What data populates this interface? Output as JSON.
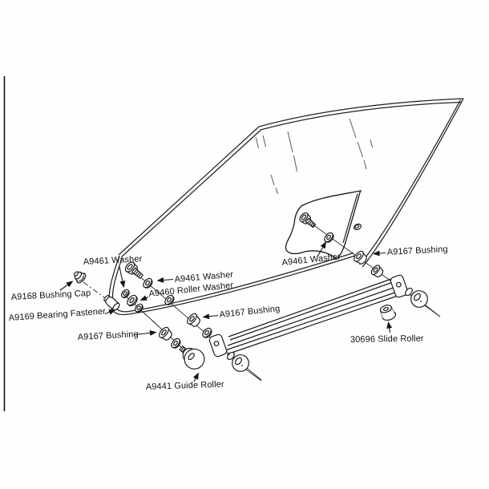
{
  "figure": {
    "kind": "exploded parts line diagram (door glass and roller hardware)",
    "background_color": "#fefefe",
    "line_color": "#1c1c1c",
    "labels": {
      "washer_top": "A9461 Washer",
      "washer_mid": "A9461 Washer",
      "washer_upper_right": "A9461 Washer",
      "roller_washer": "A9460 Roller Washer",
      "bushing_cap": "A9168 Bushing Cap",
      "bearing_fastener": "A9169 Bearing Fastener",
      "bushing_lower_left": "A9167 Bushing",
      "bushing_center": "A9167 Bushing",
      "bushing_upper_right": "A9167 Bushing",
      "guide_roller": "A9441 Guide Roller",
      "slide_roller": "30696 Slide Roller"
    }
  }
}
